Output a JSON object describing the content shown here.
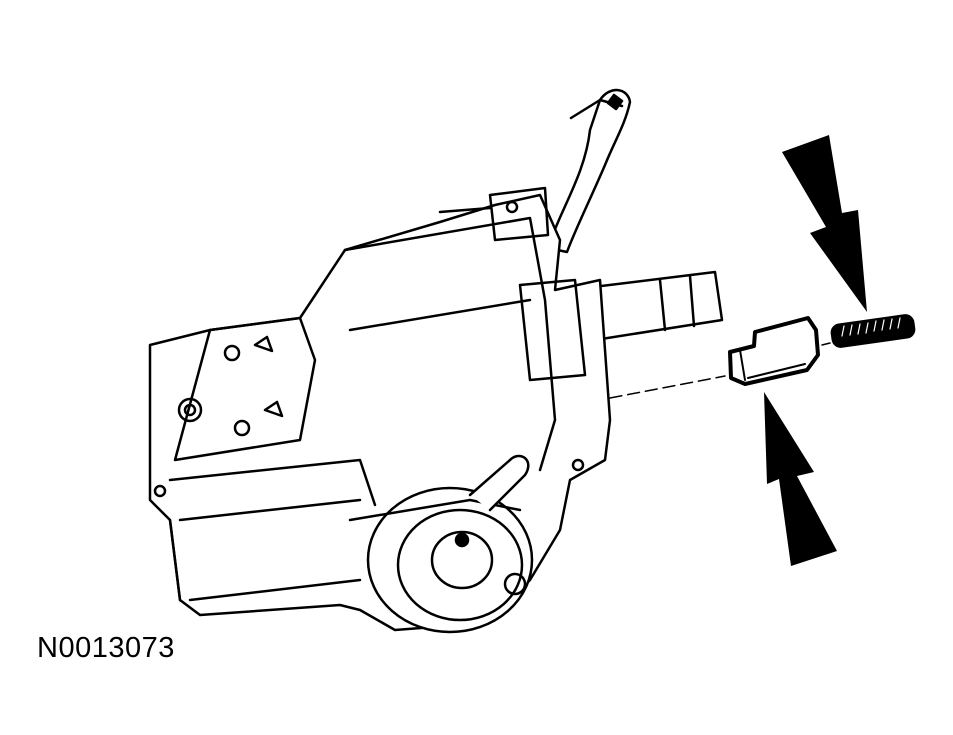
{
  "figure": {
    "id_label": "N0013073",
    "description": "Steering column assembly with removal of a pin and spring; two callout arrows indicate squeezing the clip",
    "background": "#ffffff",
    "line_color": "#000000"
  },
  "callouts": [
    {
      "name": "upper-arrow",
      "direction": "down"
    },
    {
      "name": "lower-arrow",
      "direction": "up"
    }
  ]
}
